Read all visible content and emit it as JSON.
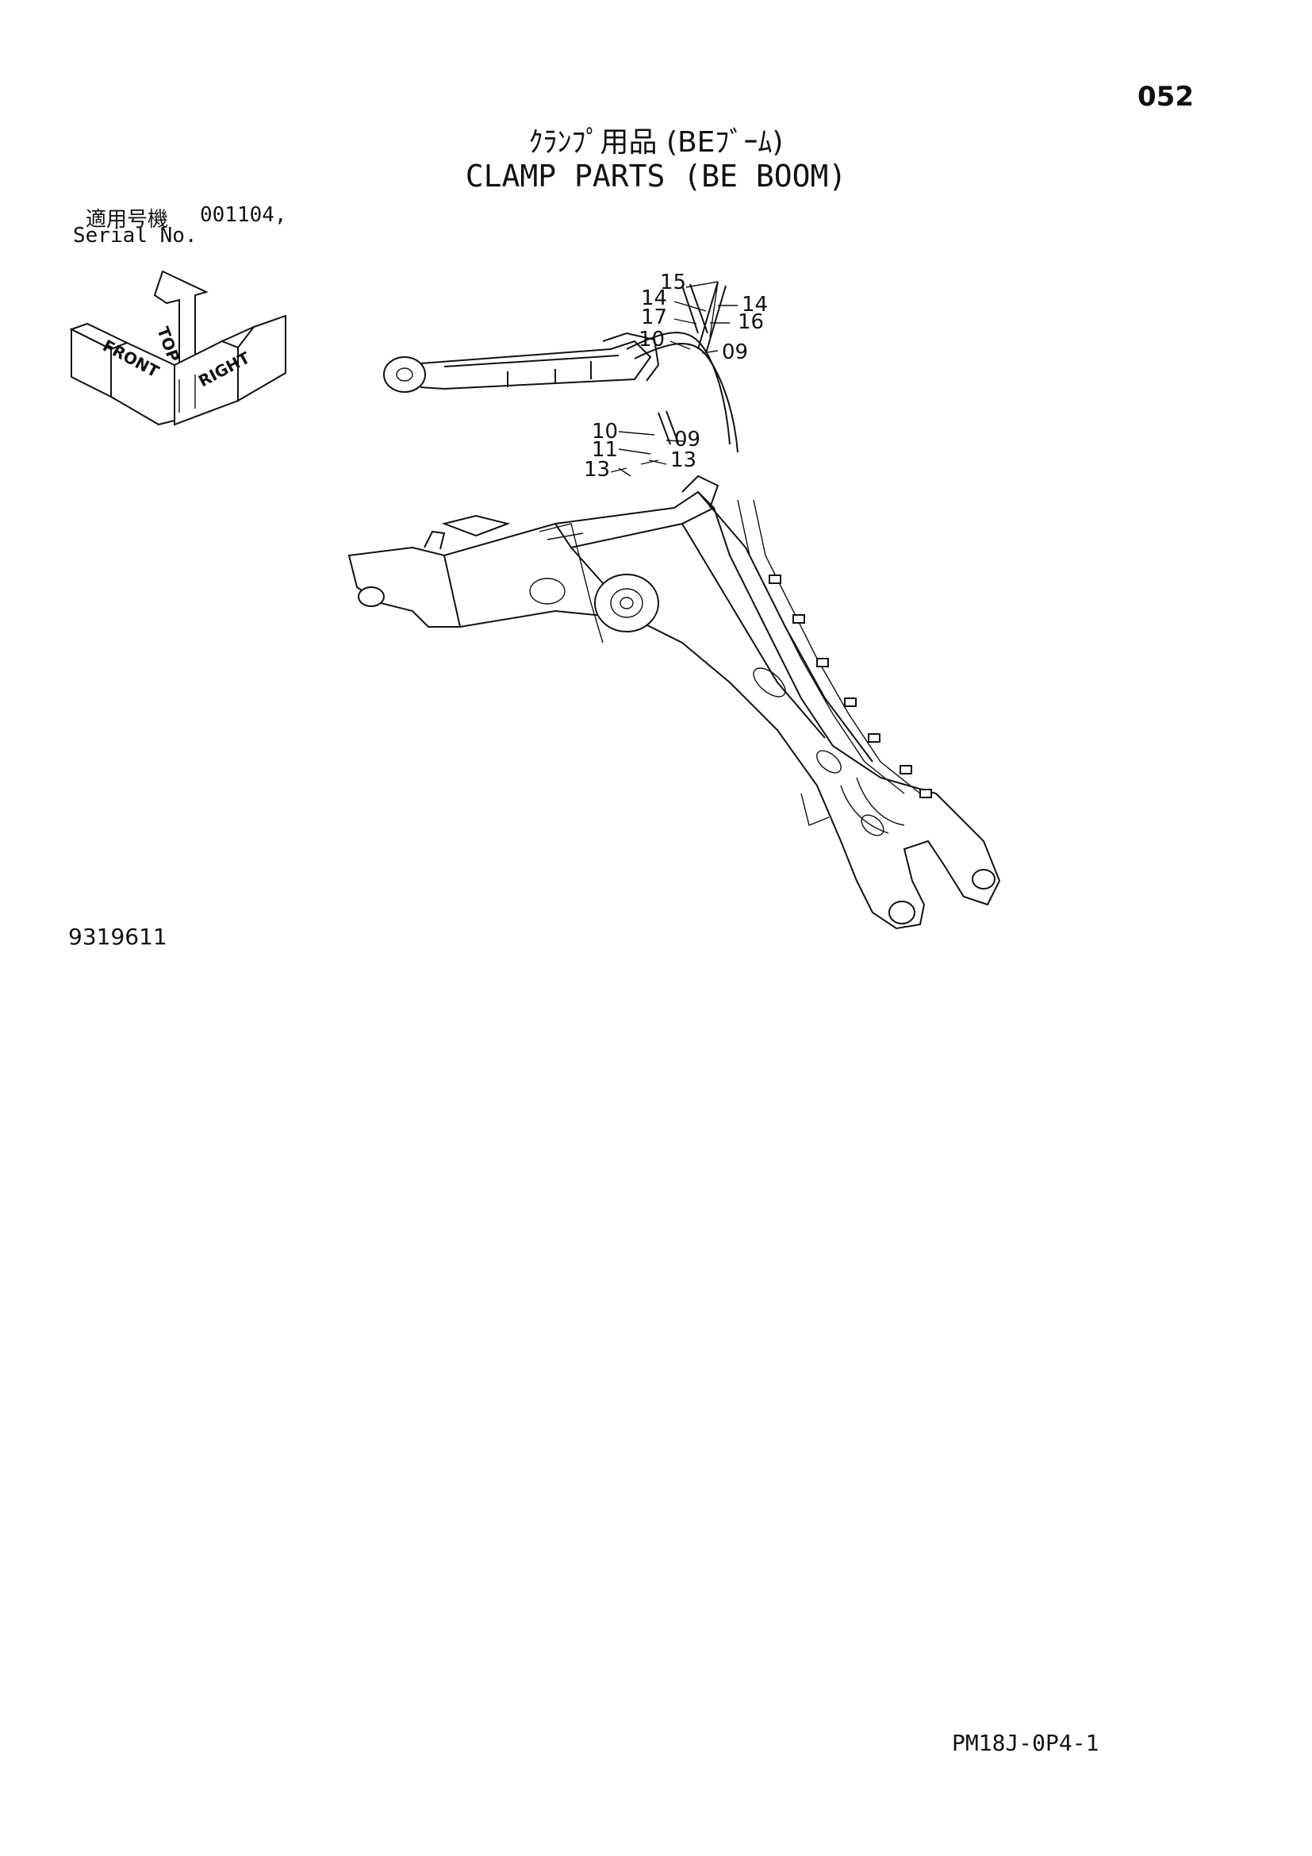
{
  "header": {
    "page_number": "052",
    "title_jp": "ｸﾗﾝﾌﾟ用品 (BEﾌﾞｰﾑ)",
    "title_en": "CLAMP PARTS (BE BOOM)"
  },
  "serial": {
    "label_jp": "適用号機",
    "value": "001104,",
    "label_en": "Serial No."
  },
  "compass": {
    "top": "TOP",
    "front": "FRONT",
    "right": "RIGHT"
  },
  "callouts": {
    "c15": "15",
    "c14a": "14",
    "c14b": "14",
    "c17": "17",
    "c16": "16",
    "c10a": "10",
    "c09a": "09",
    "c10b": "10",
    "c11": "11",
    "c09b": "09",
    "c13a": "13",
    "c13b": "13"
  },
  "footer": {
    "drawing_number": "9319611",
    "part_code": "PM18J-0P4-1"
  }
}
